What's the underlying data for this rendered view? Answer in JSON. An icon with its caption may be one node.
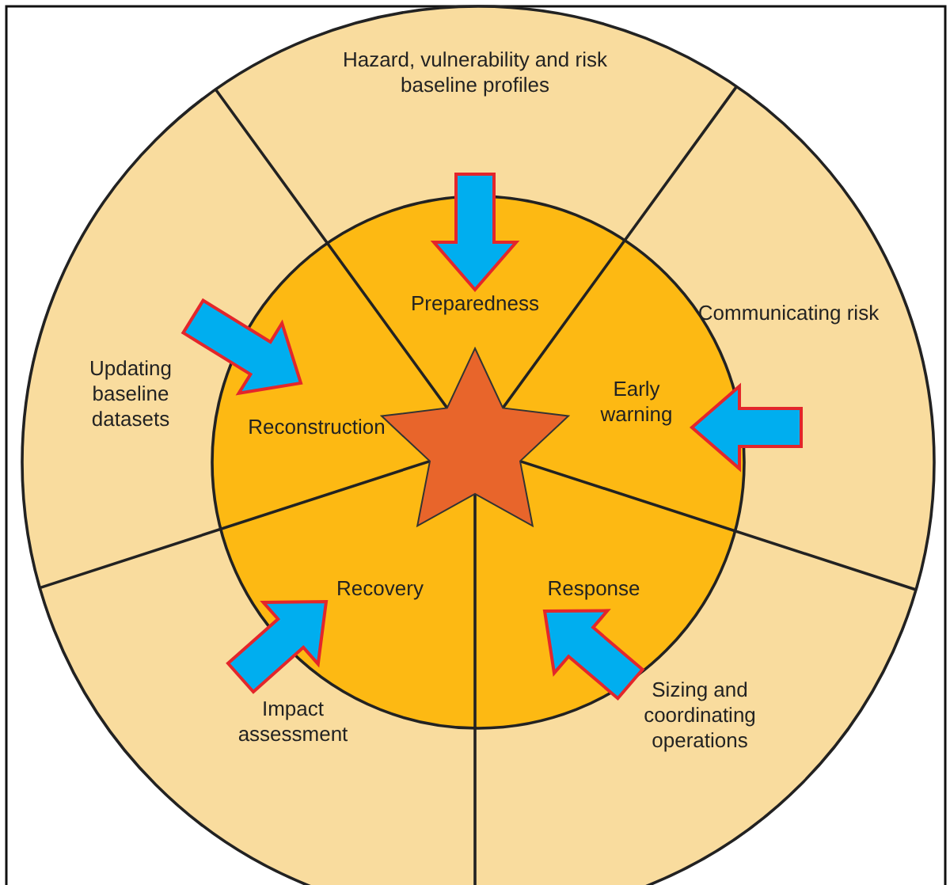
{
  "diagram": {
    "nodes": [
      {
        "text": [
          "Hazard, vulnerability and risk baseline profiles"
        ]
      },
      {
        "text": [
          "Communicating risk"
        ]
      },
      {
        "text": [
          "Updating baseline datasets"
        ]
      },
      {
        "text": [
          "Preparedness"
        ]
      },
      {
        "text": [
          "Early warning"
        ]
      },
      {
        "text": [
          "Reconstruction"
        ]
      },
      {
        "text": [],
        "shape": "star"
      },
      {
        "text": [
          "Recovery"
        ]
      },
      {
        "text": [
          "Response"
        ]
      },
      {
        "text": [
          "Impact assessment"
        ]
      },
      {
        "text": [
          "Sizing and coordinating operations"
        ]
      }
    ],
    "edges": [
      {
        "from": 0,
        "to": 3,
        "arrow": "to"
      },
      {
        "from": 1,
        "to": 4,
        "arrow": "to"
      },
      {
        "from": 2,
        "to": 5,
        "arrow": "to"
      },
      {
        "from": 9,
        "to": 7,
        "arrow": "to"
      },
      {
        "from": 10,
        "to": 8,
        "arrow": "to"
      }
    ]
  }
}
